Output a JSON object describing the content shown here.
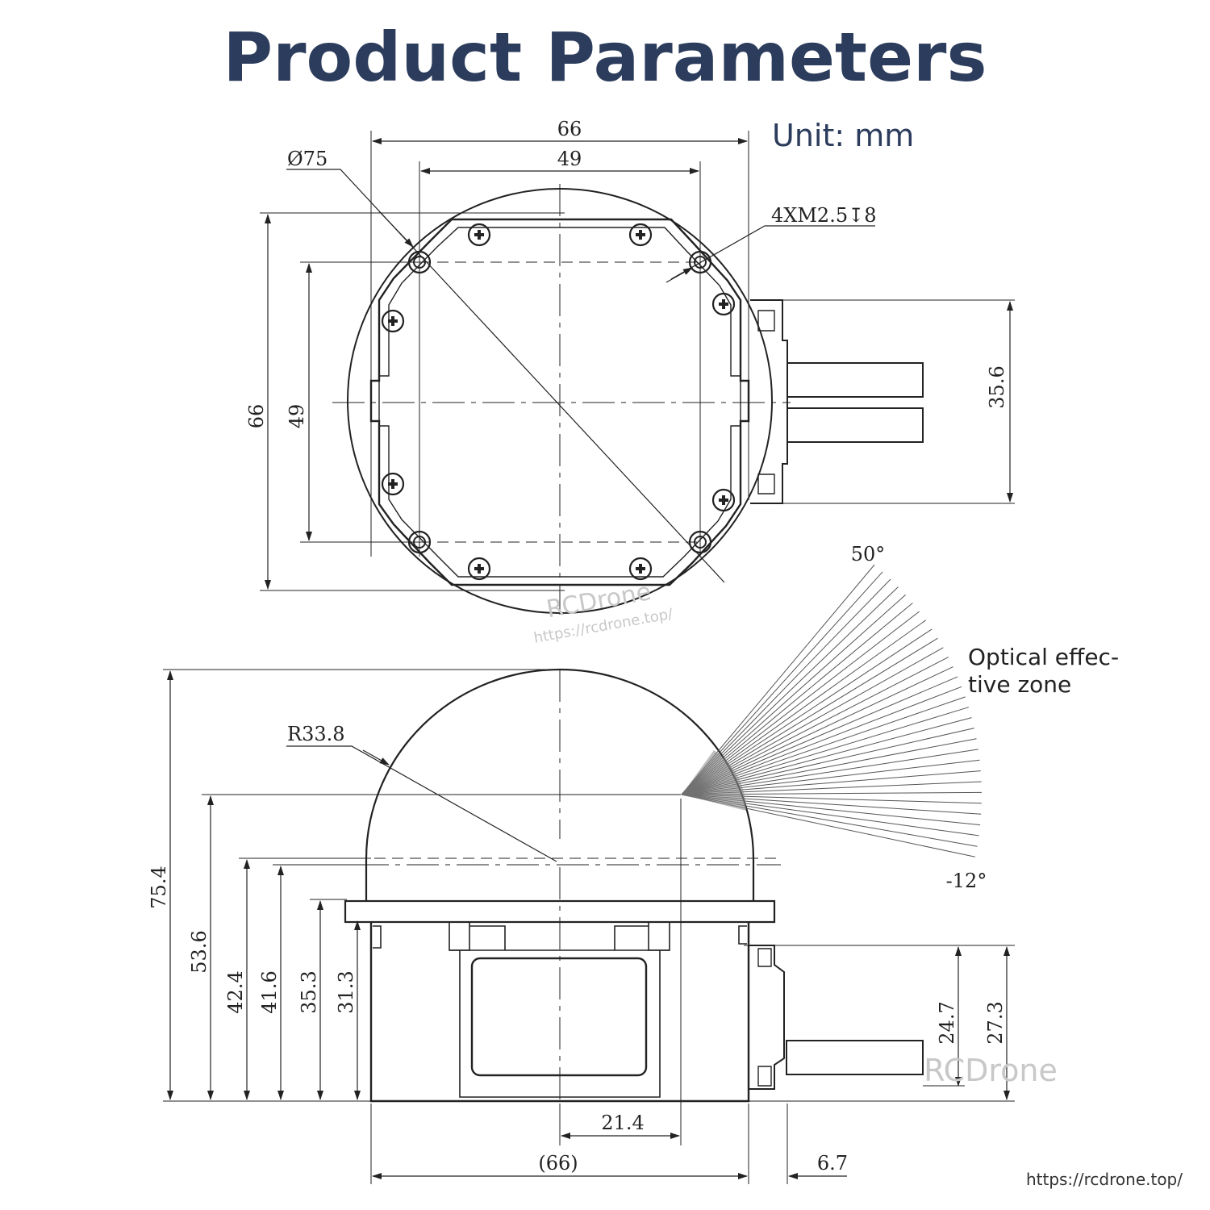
{
  "title": "Product Parameters",
  "unit": "Unit: mm",
  "zone_label": [
    "Optical effec-",
    "tive zone"
  ],
  "footer_url": "https://rcdrone.top/",
  "watermarks": {
    "brand": "RCDrone",
    "url": "https://rcdrone.top/"
  },
  "top_view": {
    "width_outer": "66",
    "width_holes": "49",
    "diameter": "Ø75",
    "thread": "4XM2.5↧8",
    "height_outer": "66",
    "height_holes": "49",
    "connector_height": "35.6"
  },
  "side_view": {
    "radius": "R33.8",
    "angle_top": "50°",
    "angle_bottom": "-12°",
    "heights": [
      "75.4",
      "53.6",
      "42.4",
      "41.6",
      "35.3",
      "31.3"
    ],
    "connector_heights": [
      "24.7",
      "27.3"
    ],
    "offset": "21.4",
    "width_ref": "(66)",
    "connector_depth": "6.7"
  },
  "colors": {
    "title": "#2c3c5c",
    "line": "#222222",
    "watermark": "#c8c8c8"
  }
}
